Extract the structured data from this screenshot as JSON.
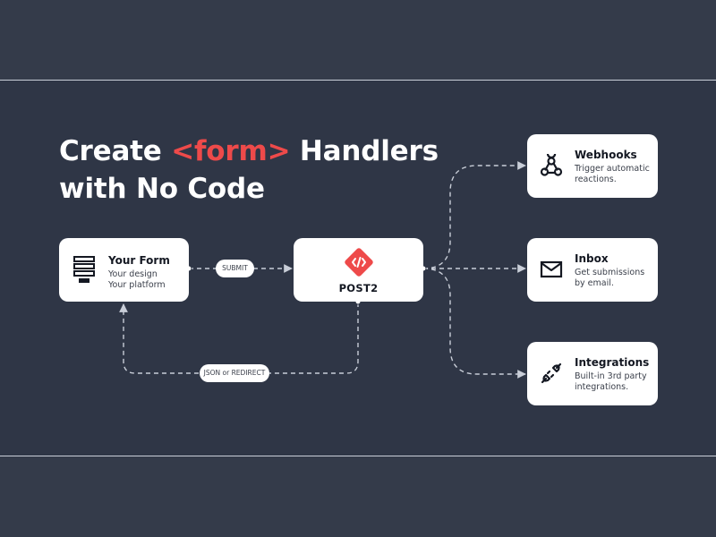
{
  "title": {
    "line1_before": "Create ",
    "line1_accent": "<form>",
    "line1_after": " Handlers",
    "line2": "with No Code"
  },
  "colors": {
    "background": "#343b4a",
    "band": "#2f3646",
    "card": "#ffffff",
    "accent": "#ee4a4a",
    "connector": "#c9ced8"
  },
  "nodes": {
    "form": {
      "title": "Your Form",
      "desc": "Your design\nYour platform",
      "icon": "form-stack-icon"
    },
    "post2": {
      "title": "POST2",
      "icon": "post2-logo-icon"
    },
    "webhooks": {
      "title": "Webhooks",
      "desc": "Trigger automatic\nreactions.",
      "icon": "webhook-icon"
    },
    "inbox": {
      "title": "Inbox",
      "desc": "Get submissions\nby email.",
      "icon": "envelope-icon"
    },
    "integrations": {
      "title": "Integrations",
      "desc": "Built-in 3rd party\nintegrations.",
      "icon": "plug-icon"
    }
  },
  "edges": {
    "submit_label": "SUBMIT",
    "response_label": "JSON or REDIRECT"
  }
}
